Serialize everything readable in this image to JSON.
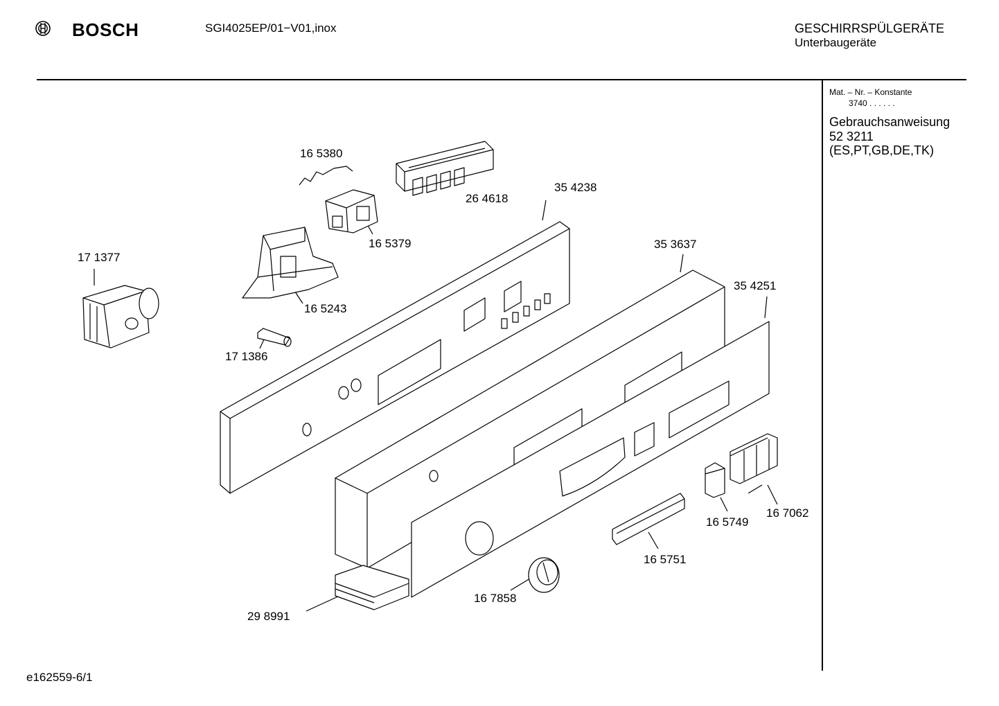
{
  "header": {
    "brand": "BOSCH",
    "model": "SGI4025EP/01−V01,inox",
    "category_line1": "GESCHIRRSPÜLGERÄTE",
    "category_line2": "Unterbaugeräte"
  },
  "sidebar": {
    "mat_label": "Mat. – Nr. – Konstante",
    "mat_value": "3740  .  .   .  .  .  .",
    "doc_title": "Gebrauchsanweisung",
    "doc_number": "52 3211",
    "doc_langs": "(ES,PT,GB,DE,TK)"
  },
  "parts": [
    {
      "id": "p1",
      "label": "16 5380"
    },
    {
      "id": "p2",
      "label": "26 4618"
    },
    {
      "id": "p3",
      "label": "35 4238"
    },
    {
      "id": "p4",
      "label": "16 5379"
    },
    {
      "id": "p5",
      "label": "17 1377"
    },
    {
      "id": "p6",
      "label": "35 3637"
    },
    {
      "id": "p7",
      "label": "35 4251"
    },
    {
      "id": "p8",
      "label": "16 5243"
    },
    {
      "id": "p9",
      "label": "17 1386"
    },
    {
      "id": "p10",
      "label": "16 5749"
    },
    {
      "id": "p11",
      "label": "16 7062"
    },
    {
      "id": "p12",
      "label": "16 5751"
    },
    {
      "id": "p13",
      "label": "16 7858"
    },
    {
      "id": "p14",
      "label": "29 8991"
    }
  ],
  "footer": {
    "code": "e162559-6/1"
  }
}
